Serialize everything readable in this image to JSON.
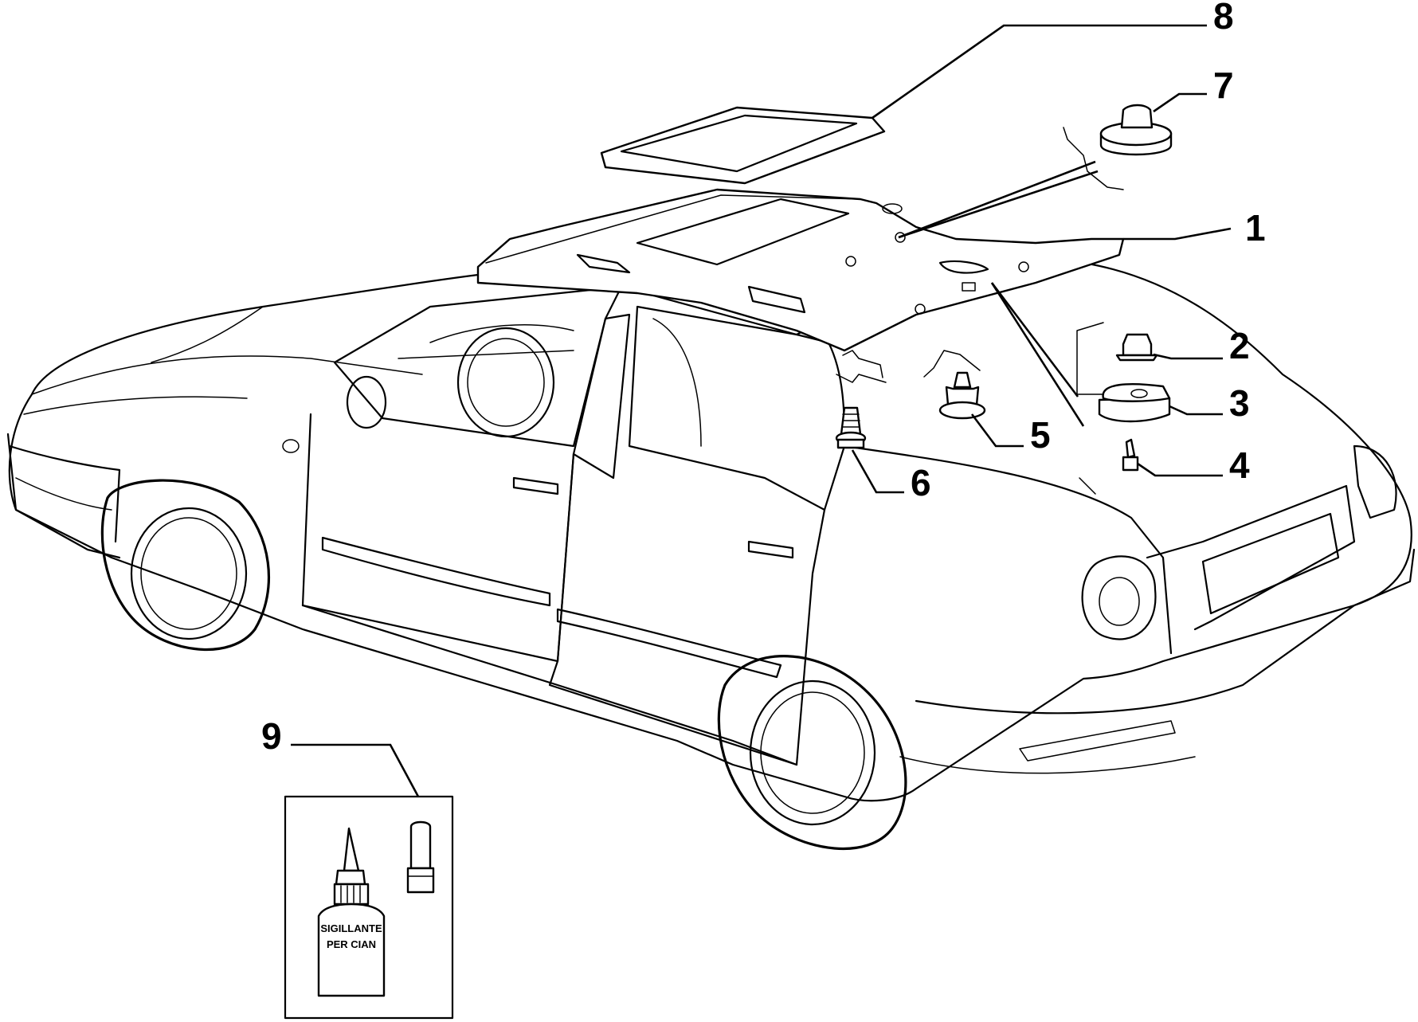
{
  "diagram": {
    "callouts": [
      "1",
      "2",
      "3",
      "4",
      "5",
      "6",
      "7",
      "8",
      "9"
    ],
    "bottle_label": [
      "SIGILLANTE",
      "PER CIAN"
    ]
  }
}
